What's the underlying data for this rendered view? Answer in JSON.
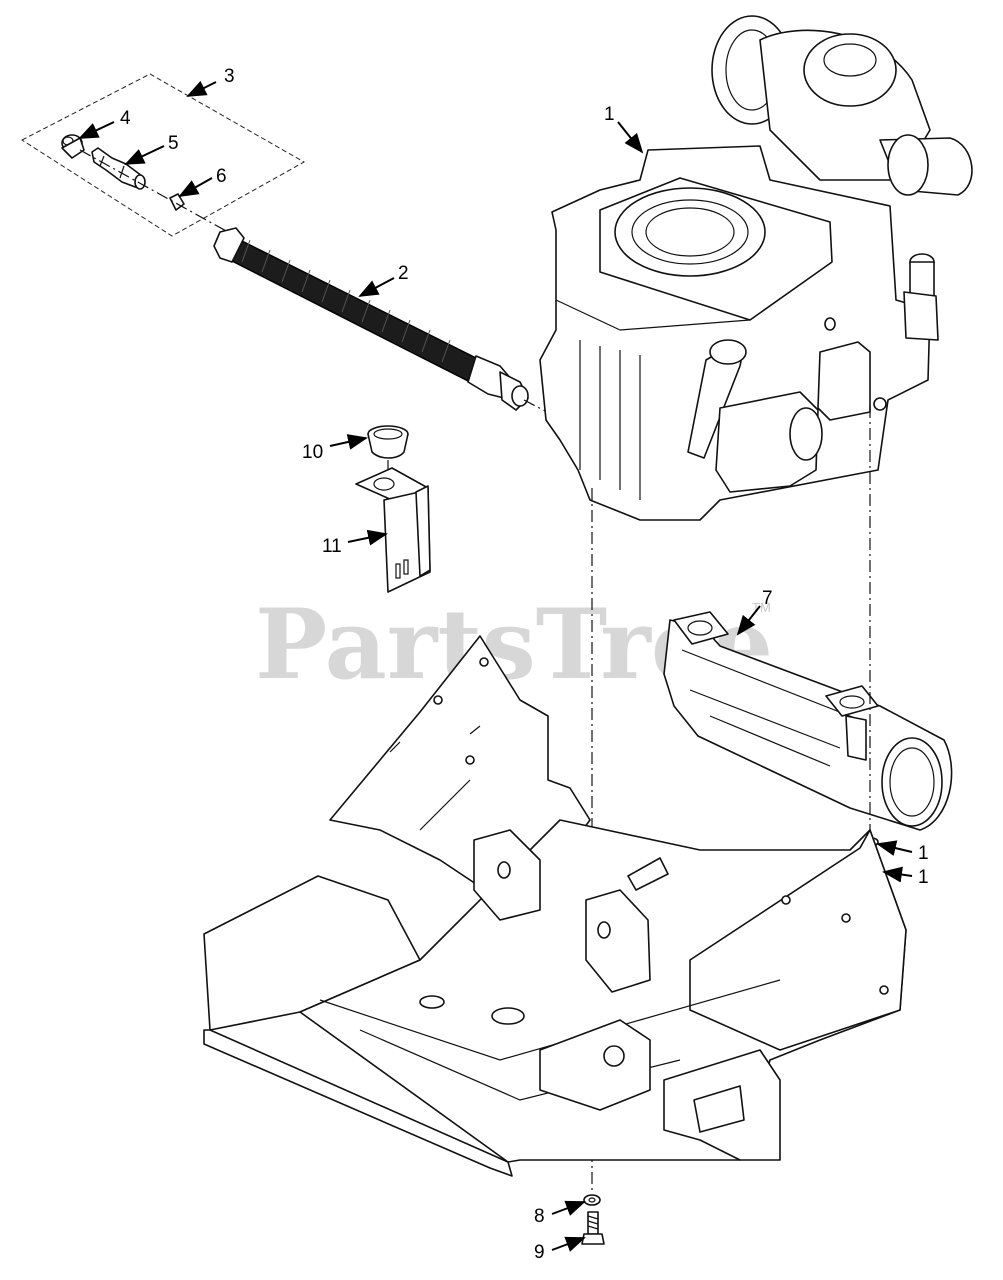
{
  "watermark": {
    "text": "PartsTree",
    "mark": "TM"
  },
  "callouts": {
    "c1_engine": "1",
    "c1_nut_a": "1",
    "c1_nut_b": "1",
    "c2": "2",
    "c3": "3",
    "c4": "4",
    "c5": "5",
    "c6": "6",
    "c7": "7",
    "c8": "8",
    "c9": "9",
    "c10": "10",
    "c11": "11"
  }
}
